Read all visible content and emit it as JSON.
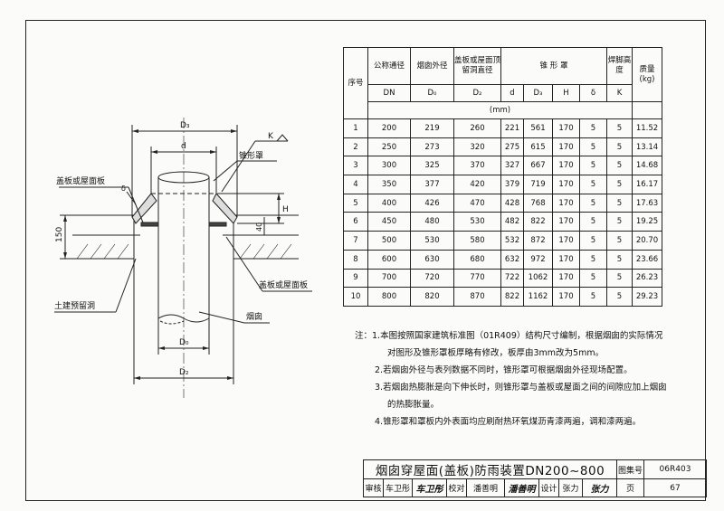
{
  "table": {
    "headers": {
      "seq": "序号",
      "dn_name": "公称通径",
      "do_name": "烟囱外径",
      "d2_name": "盖板或屋面顶留洞直径",
      "cone": "锥 形 罩",
      "k_name": "焊脚高度",
      "mass": "质量",
      "sym_dn": "DN",
      "sym_do": "D₀",
      "sym_d2": "D₂",
      "sym_d": "d",
      "sym_d3": "D₃",
      "sym_h": "H",
      "sym_delta": "δ",
      "sym_k": "K",
      "unit_kg": "(kg)",
      "unit_mm": "(mm)"
    },
    "rows": [
      [
        "1",
        "200",
        "219",
        "260",
        "221",
        "561",
        "170",
        "5",
        "5",
        "11.52"
      ],
      [
        "2",
        "250",
        "273",
        "320",
        "275",
        "615",
        "170",
        "5",
        "5",
        "13.14"
      ],
      [
        "3",
        "300",
        "325",
        "370",
        "327",
        "667",
        "170",
        "5",
        "5",
        "14.68"
      ],
      [
        "4",
        "350",
        "377",
        "420",
        "379",
        "719",
        "170",
        "5",
        "5",
        "16.17"
      ],
      [
        "5",
        "400",
        "426",
        "470",
        "428",
        "768",
        "170",
        "5",
        "5",
        "17.63"
      ],
      [
        "6",
        "450",
        "480",
        "530",
        "482",
        "822",
        "170",
        "5",
        "5",
        "19.25"
      ],
      [
        "7",
        "500",
        "530",
        "580",
        "532",
        "872",
        "170",
        "5",
        "5",
        "20.70"
      ],
      [
        "8",
        "600",
        "630",
        "680",
        "632",
        "972",
        "170",
        "5",
        "5",
        "23.66"
      ],
      [
        "9",
        "700",
        "720",
        "770",
        "722",
        "1062",
        "170",
        "5",
        "5",
        "26.23"
      ],
      [
        "10",
        "800",
        "820",
        "870",
        "822",
        "1162",
        "170",
        "5",
        "5",
        "29.23"
      ]
    ]
  },
  "drawing": {
    "labels": {
      "cover_plate_top": "盖板或屋面板",
      "cone_cover": "锥形罩",
      "cover_plate_bottom": "盖板或屋面板",
      "reserved_hole": "土建预留洞",
      "chimney": "烟囱"
    },
    "dims": {
      "d3": "D₃",
      "d": "d",
      "k": "K",
      "delta": "δ",
      "h": "H",
      "h150": "150",
      "h40": "40",
      "d0": "D₀",
      "d2": "D₂"
    }
  },
  "notes": {
    "n1_line1": "注：1.本图按照国家建筑标准图（01R409）结构尺寸编制，根据烟囱的实际情况",
    "n1_line2": "对图形及锥形罩板厚略有修改，板厚由3mm改为5mm。",
    "n2": "2.若烟囱外径与表列数据不同时，锥形罩可根据烟囱外径现场配置。",
    "n3_line1": "3.若烟囱热膨胀是向下伸长时，则锥形罩与盖板或屋面之间的间隙应加上烟囱",
    "n3_line2": "的热膨胀量。",
    "n4": "4.锥形罩和罩板内外表面均应刷耐热环氧煤沥青漆两遍，调和漆两遍。"
  },
  "title_block": {
    "title": "烟囱穿屋面(盖板)防雨装置DN200~800",
    "atlas_label": "图集号",
    "atlas_no": "06R403",
    "review_label": "审核",
    "review_name": "车卫彤",
    "review_sig": "车卫彤",
    "check_label": "校对",
    "check_name": "潘善明",
    "check_sig": "潘善明",
    "design_label": "设计",
    "design_name": "张力",
    "design_sig": "张力",
    "page_label": "页",
    "page_no": "67"
  }
}
